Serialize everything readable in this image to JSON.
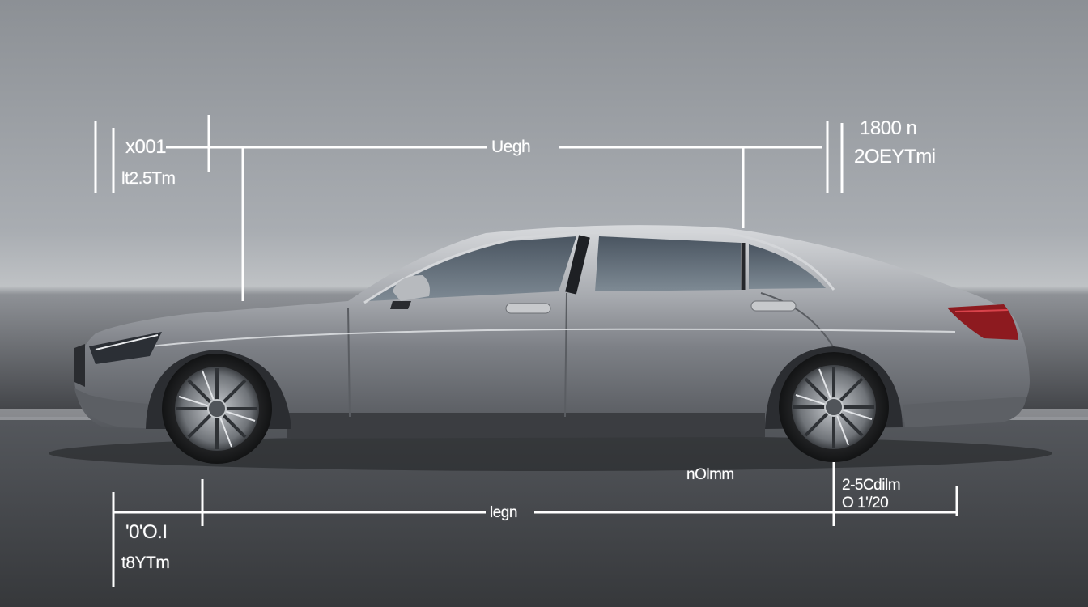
{
  "labels": {
    "top_left_1": "x001",
    "top_left_2": "lt2.5Tm",
    "top_center": "Uegh",
    "top_right_1": "1800 n",
    "top_right_2": "2OEYTmi",
    "bottom_center_label": "nOlmm",
    "bottom_right_1": "2-5Cdilm",
    "bottom_right_2": "O 1'/20",
    "bottom_center": "legn",
    "bottom_left_1": "'0'O.I",
    "bottom_left_2": "t8YTm"
  },
  "colors": {
    "sky_top": "#8d9196",
    "sky_bottom": "#b8bcc0",
    "ground": "#4a4c50",
    "car_body": "#9a9da2",
    "dimension_line": "#ffffff"
  }
}
